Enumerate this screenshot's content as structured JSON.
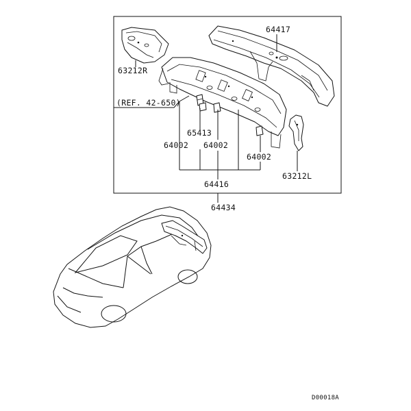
{
  "diagram": {
    "callouts": {
      "p64417": "64417",
      "p63212R": "63212R",
      "ref": "(REF. 42-650)",
      "p65413": "65413",
      "p64002a": "64002",
      "p64002b": "64002",
      "p64002c": "64002",
      "p63212L": "63212L",
      "p64416": "64416",
      "p64434": "64434"
    },
    "drawing_code": "D00018A"
  }
}
